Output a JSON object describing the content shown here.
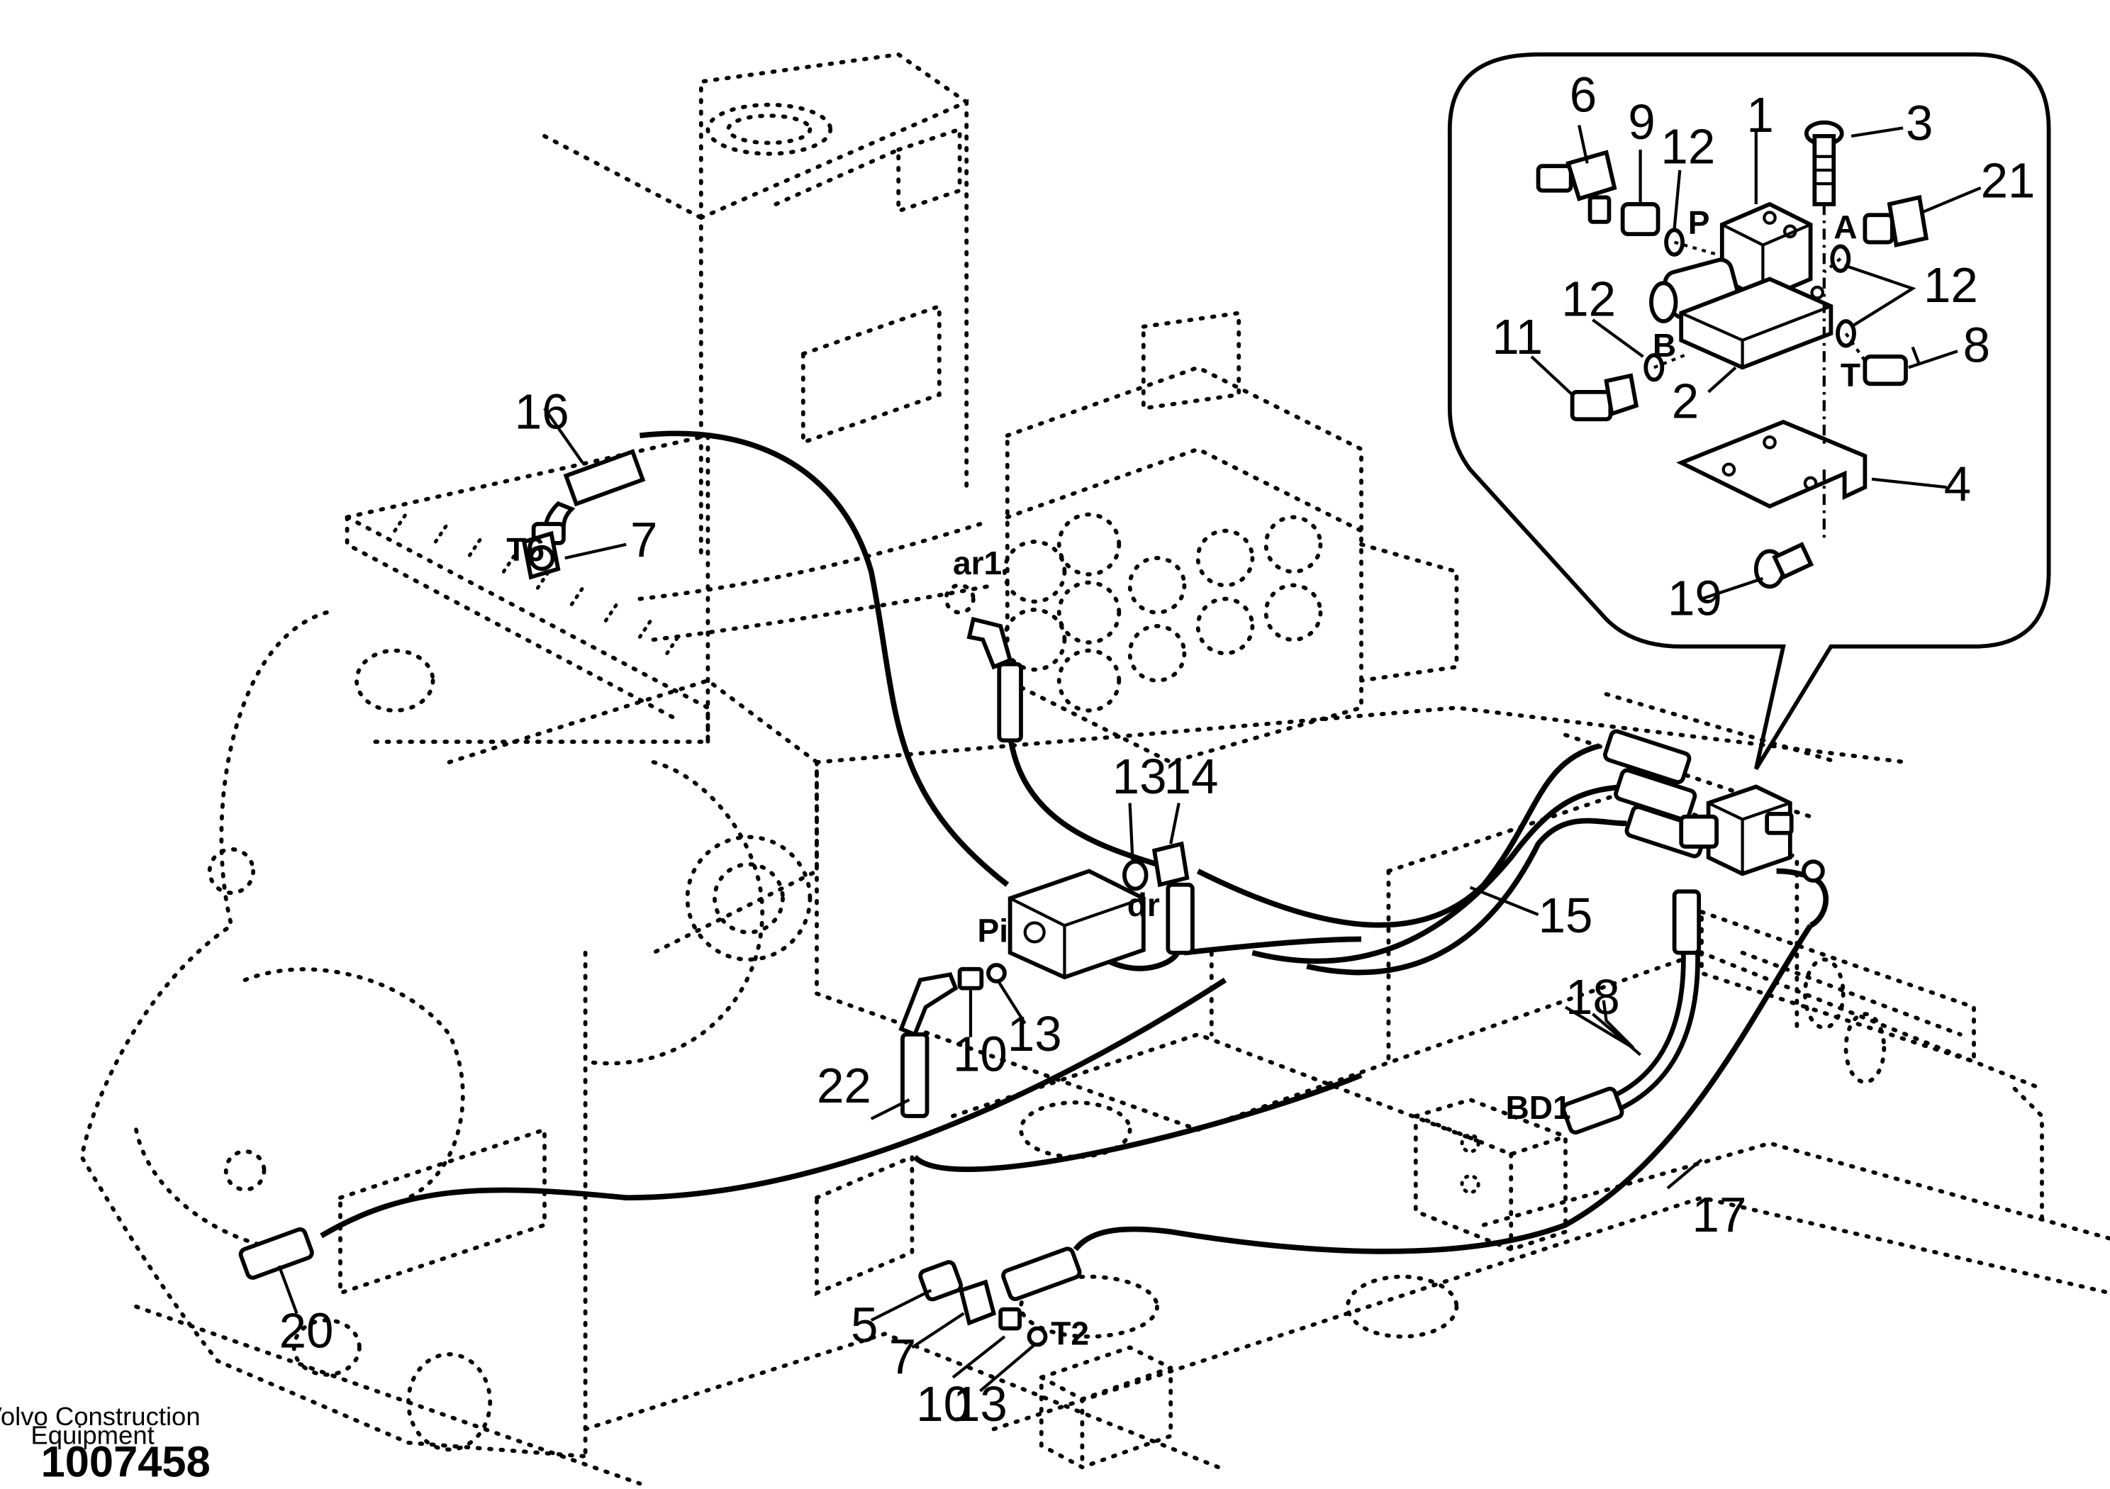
{
  "callouts": {
    "c1": "1",
    "c2": "2",
    "c3": "3",
    "c4": "4",
    "c5": "5",
    "c6": "6",
    "c7": "7",
    "c8": "8",
    "c9": "9",
    "c10": "10",
    "c11": "11",
    "c12": "12",
    "c13": "13",
    "c14": "14",
    "c15": "15",
    "c16": "16",
    "c17": "17",
    "c18": "18",
    "c19": "19",
    "c20": "20",
    "c21": "21",
    "c22": "22"
  },
  "ports": {
    "T6": "T6",
    "ar1": "ar1",
    "dr": "dr",
    "Pi": "Pi",
    "BD1": "BD1",
    "T2": "T2",
    "P": "P",
    "A": "A",
    "B": "B",
    "T": "T"
  },
  "footer": {
    "company_line1": "Volvo Construction",
    "company_line2": "Equipment",
    "document_number": "1007458"
  }
}
